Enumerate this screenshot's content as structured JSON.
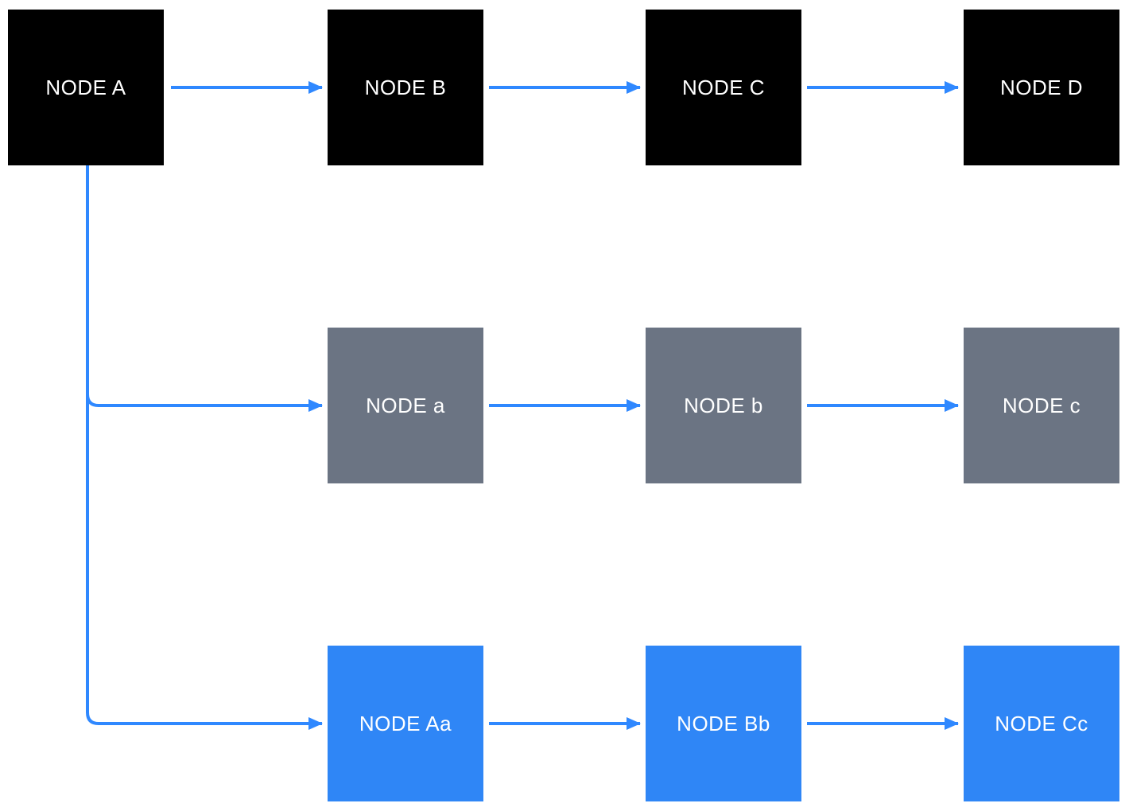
{
  "colors": {
    "node_black": "#000000",
    "node_gray": "#6b7483",
    "node_blue": "#2f86f6",
    "edge_blue": "#2f88ff"
  },
  "rows": [
    {
      "nodes": [
        {
          "label": "NODE A"
        },
        {
          "label": "NODE B"
        },
        {
          "label": "NODE C"
        },
        {
          "label": "NODE D"
        }
      ]
    },
    {
      "nodes": [
        {
          "label": "NODE a"
        },
        {
          "label": "NODE b"
        },
        {
          "label": "NODE c"
        }
      ]
    },
    {
      "nodes": [
        {
          "label": "NODE Aa"
        },
        {
          "label": "NODE Bb"
        },
        {
          "label": "NODE Cc"
        }
      ]
    }
  ],
  "edges": [
    {
      "from": "NODE A",
      "to": "NODE B"
    },
    {
      "from": "NODE B",
      "to": "NODE C"
    },
    {
      "from": "NODE C",
      "to": "NODE D"
    },
    {
      "from": "NODE A",
      "to": "NODE a"
    },
    {
      "from": "NODE a",
      "to": "NODE b"
    },
    {
      "from": "NODE b",
      "to": "NODE c"
    },
    {
      "from": "NODE A",
      "to": "NODE Aa"
    },
    {
      "from": "NODE Aa",
      "to": "NODE Bb"
    },
    {
      "from": "NODE Bb",
      "to": "NODE Cc"
    }
  ]
}
